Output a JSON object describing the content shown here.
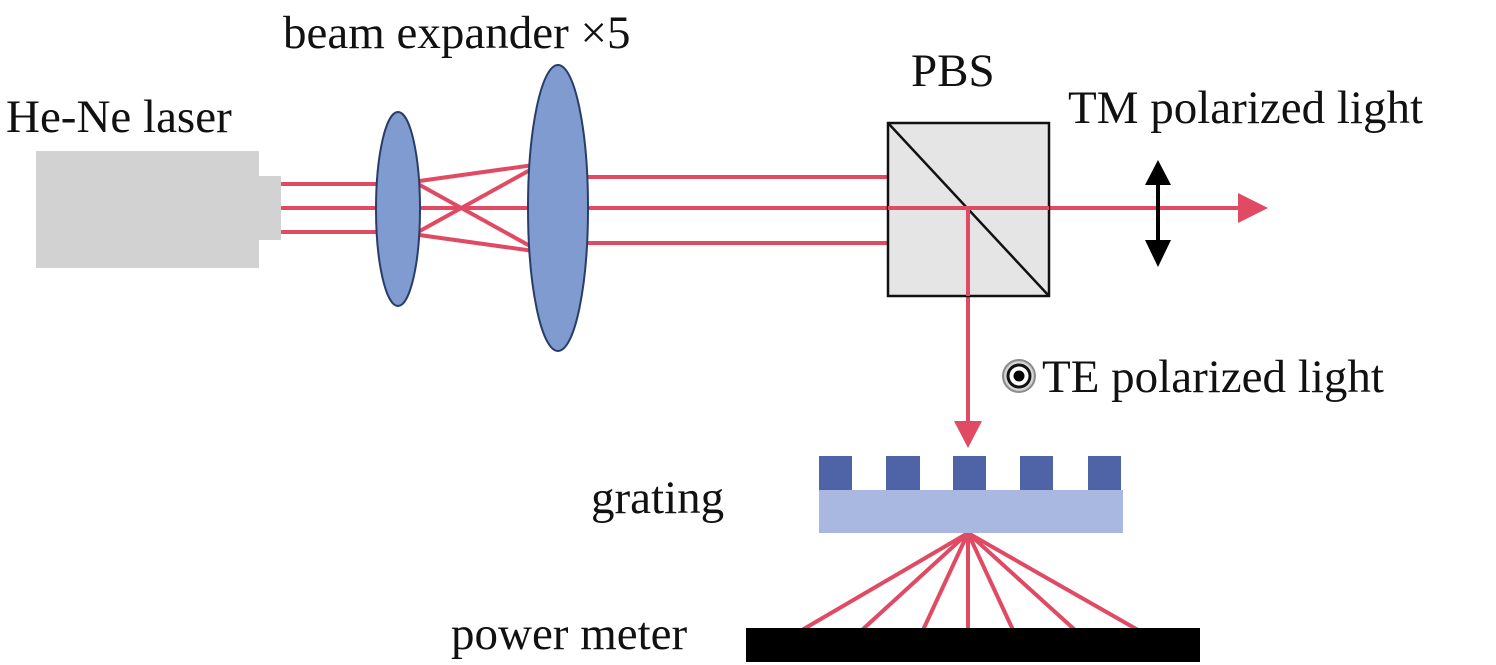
{
  "labels": {
    "laser": "He-Ne laser",
    "expander": "beam expander ×5",
    "pbs": "PBS",
    "tm": "TM polarized light",
    "te": "TE polarized light",
    "grating": "grating",
    "power_meter": "power meter"
  },
  "colors": {
    "beam": "#e04a63",
    "lens": "#7f9bcf",
    "laser_body": "#d2d2d2",
    "pbs_fill": "#e2e0e0",
    "grating_teeth": "#4f63a7",
    "grating_base": "#a8b8e0",
    "detector": "#000000"
  },
  "icons": {
    "tm_polarization": "double-headed-vertical-arrow",
    "te_polarization": "dot-in-circle"
  }
}
